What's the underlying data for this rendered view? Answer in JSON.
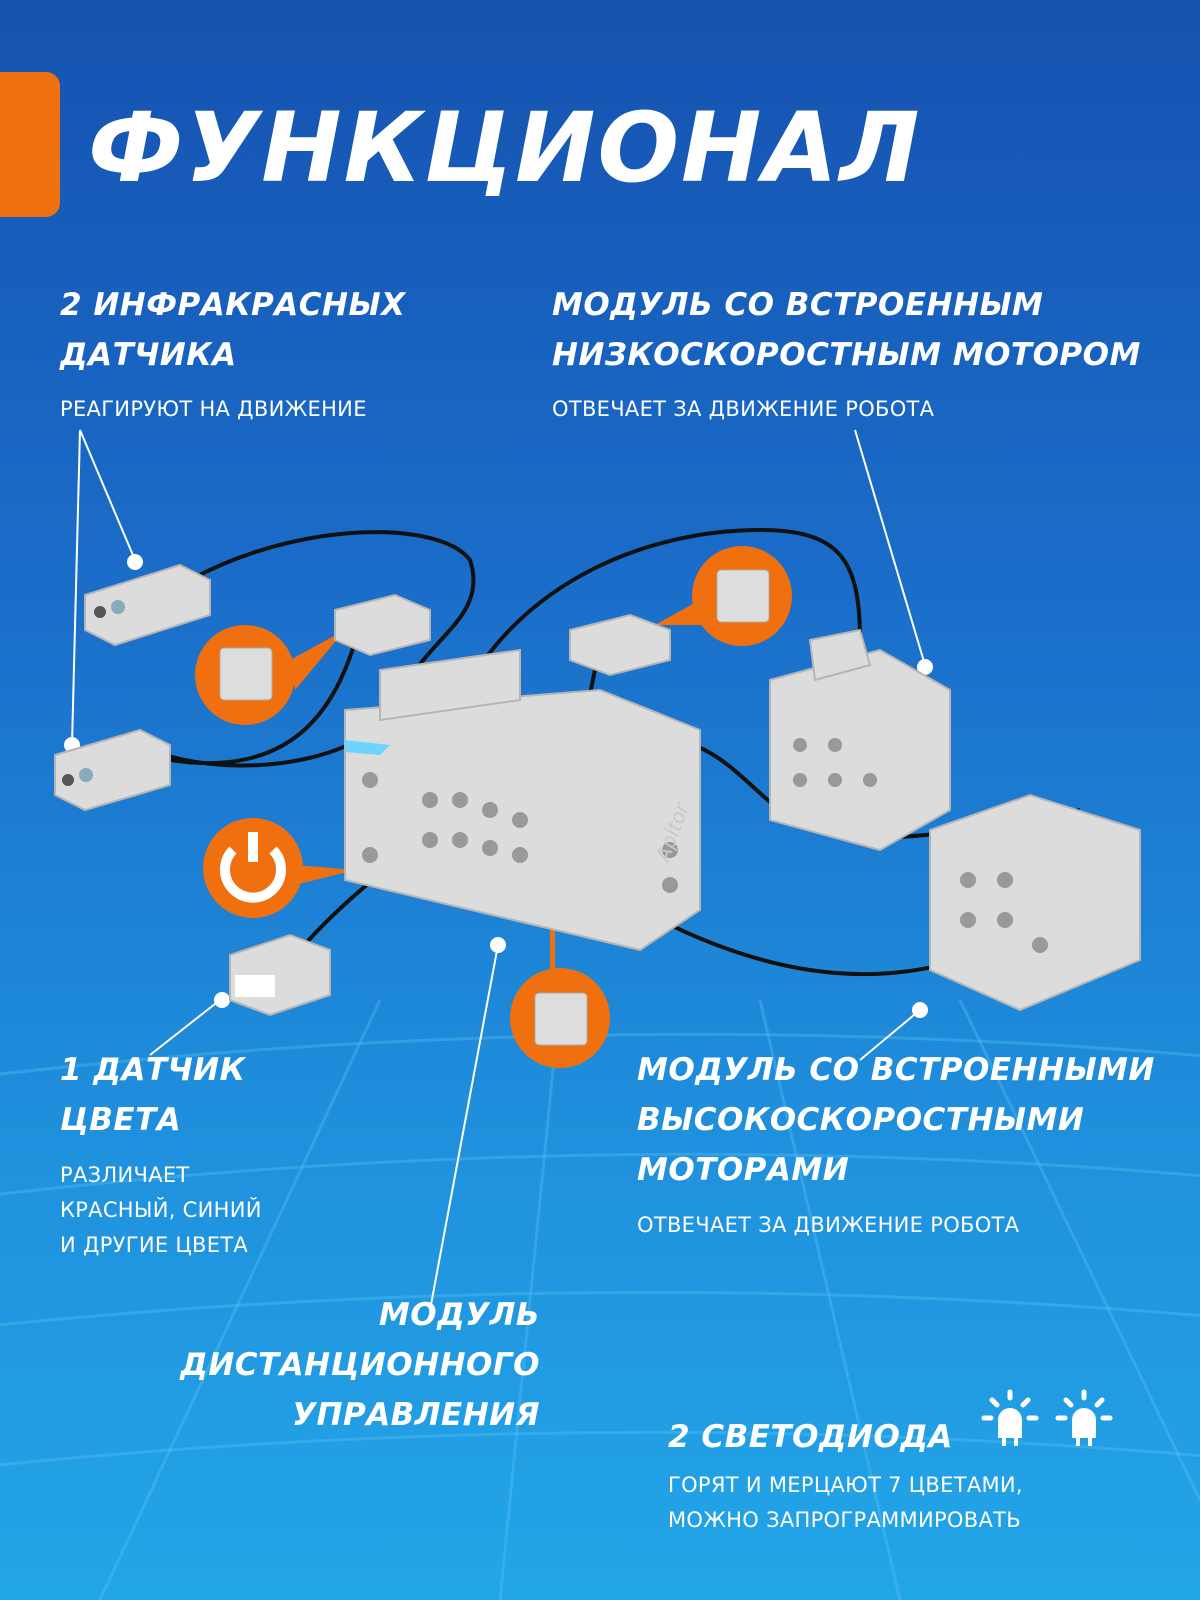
{
  "title": "ФУНКЦИОНАЛ",
  "brand": "Apitor",
  "colors": {
    "accent": "#f07010",
    "background": "#1a6cc8",
    "text": "#ffffff"
  },
  "features": [
    {
      "heading": [
        "2 ИНФРАКРАСНЫХ",
        "ДАТЧИКА"
      ],
      "description": [
        "РЕАГИРУЮТ НА ДВИЖЕНИЕ"
      ]
    },
    {
      "heading": [
        "МОДУЛЬ СО ВСТРОЕННЫМ",
        "НИЗКОСКОРОСТНЫМ МОТОРОМ"
      ],
      "description": [
        "ОТВЕЧАЕТ ЗА ДВИЖЕНИЕ РОБОТА"
      ]
    },
    {
      "heading": [
        "1 ДАТЧИК",
        "ЦВЕТА"
      ],
      "description": [
        "РАЗЛИЧАЕТ",
        "КРАСНЫЙ, СИНИЙ",
        "И ДРУГИЕ ЦВЕТА"
      ]
    },
    {
      "heading": [
        "МОДУЛЬ СО ВСТРОЕННЫМИ",
        "ВЫСОКОСКОРОСТНЫМИ",
        "МОТОРАМИ"
      ],
      "description": [
        "ОТВЕЧАЕТ ЗА ДВИЖЕНИЕ РОБОТА"
      ]
    },
    {
      "heading": [
        "МОДУЛЬ",
        "ДИСТАНЦИОННОГО",
        "УПРАВЛЕНИЯ"
      ],
      "description": []
    },
    {
      "heading": [
        "2 СВЕТОДИОДА"
      ],
      "description": [
        "ГОРЯТ И МЕРЦАЮТ 7 ЦВЕТАМИ,",
        "МОЖНО ЗАПРОГРАММИРОВАТЬ"
      ],
      "icons": [
        "led-icon",
        "led-icon"
      ]
    }
  ]
}
